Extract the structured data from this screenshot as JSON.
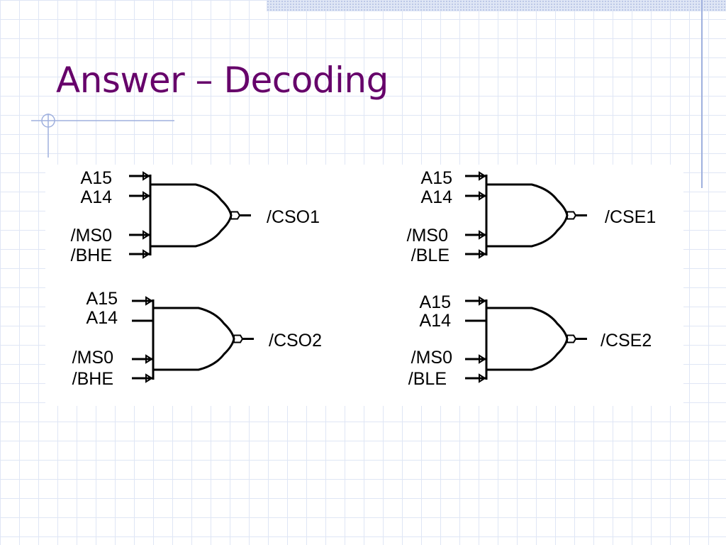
{
  "slide": {
    "title": "Answer – Decoding"
  },
  "gates": [
    {
      "inputs": [
        "A15",
        "A14",
        "/MS0",
        "/BHE"
      ],
      "output": "/CSO1",
      "inverted": [
        true,
        true,
        true,
        true
      ]
    },
    {
      "inputs": [
        "A15",
        "A14",
        "/MS0",
        "/BLE"
      ],
      "output": "/CSE1",
      "inverted": [
        true,
        true,
        true,
        true
      ]
    },
    {
      "inputs": [
        "A15",
        "A14",
        "/MS0",
        "/BHE"
      ],
      "output": "/CSO2",
      "inverted": [
        true,
        false,
        true,
        true
      ]
    },
    {
      "inputs": [
        "A15",
        "A14",
        "/MS0",
        "/BLE"
      ],
      "output": "/CSE2",
      "inverted": [
        true,
        false,
        true,
        true
      ]
    }
  ],
  "colors": {
    "title": "#66006a",
    "grid": "#dfe6f5",
    "accent": "#9fb0de",
    "wire": "#000000"
  }
}
